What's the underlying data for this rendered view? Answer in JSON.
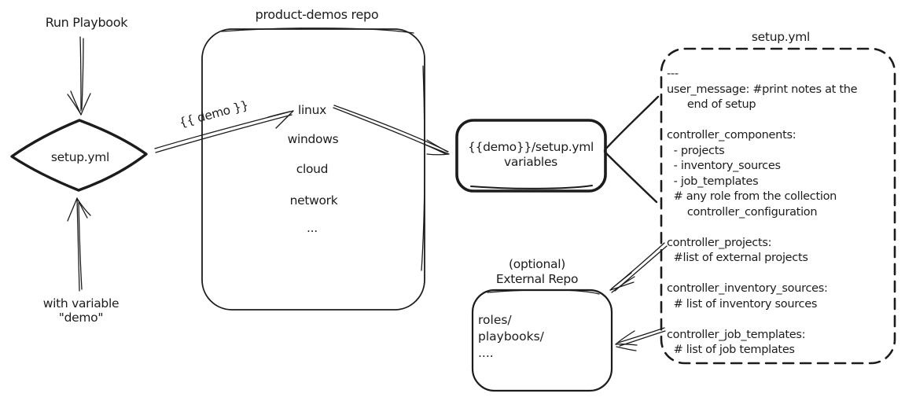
{
  "colors": {
    "ink": "#1c1c1c",
    "background": "#ffffff"
  },
  "labels": {
    "run_playbook": "Run Playbook",
    "demo_arrow": "{{ demo }}",
    "with_variable_line1": "with variable",
    "with_variable_line2": "\"demo\""
  },
  "diamond": {
    "label": "setup.yml"
  },
  "product_demos_repo": {
    "title": "product-demos repo",
    "items": [
      "linux",
      "windows",
      "cloud",
      "network",
      "..."
    ]
  },
  "variables_box": {
    "line1": "{{demo}}/setup.yml",
    "line2": "variables"
  },
  "setup_file": {
    "title": "setup.yml",
    "lines": [
      "---",
      "user_message: #print notes at the",
      "      end of setup",
      "",
      "controller_components:",
      "  - projects",
      "  - inventory_sources",
      "  - job_templates",
      "  # any role from the collection",
      "      controller_configuration",
      "",
      "controller_projects:",
      "  #list of external projects",
      "",
      "controller_inventory_sources:",
      "  # list of inventory sources",
      "",
      "controller_job_templates:",
      "  # list of job templates"
    ]
  },
  "external_repo": {
    "caption_line1": "(optional)",
    "caption_line2": "External Repo",
    "lines": [
      "roles/",
      "playbooks/",
      "...."
    ]
  }
}
